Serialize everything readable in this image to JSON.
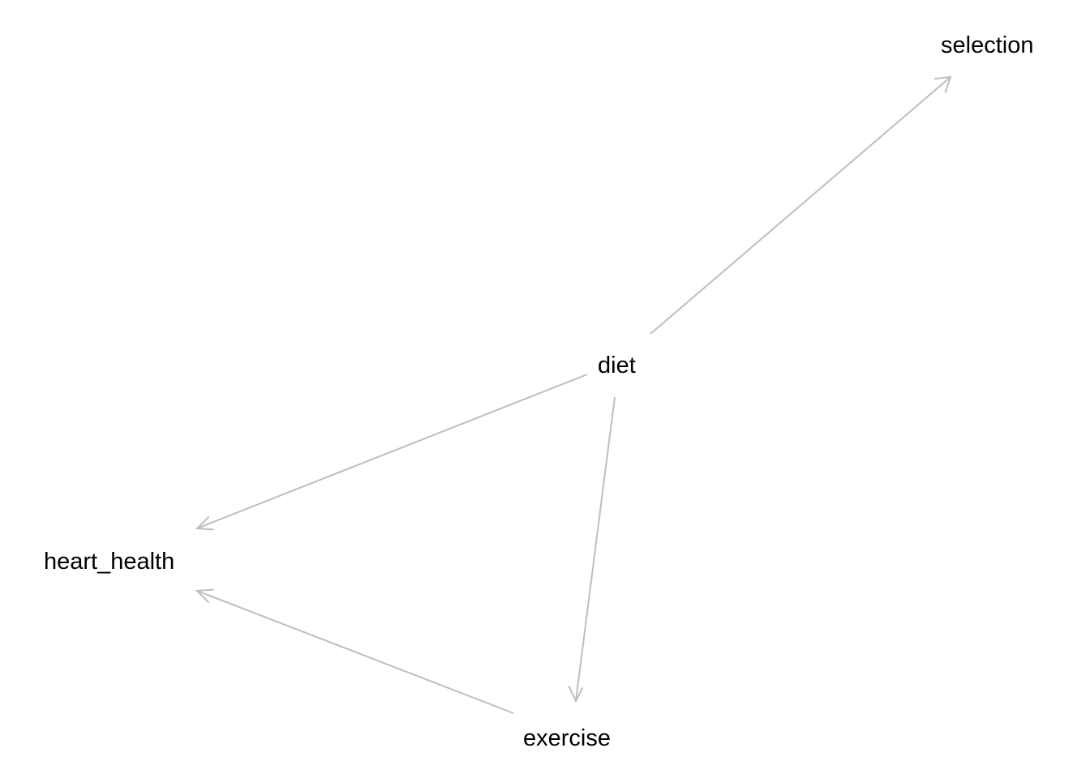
{
  "diagram": {
    "nodes": {
      "selection": {
        "label": "selection"
      },
      "diet": {
        "label": "diet"
      },
      "heart_health": {
        "label": "heart_health"
      },
      "exercise": {
        "label": "exercise"
      }
    },
    "edges": [
      {
        "from": "diet",
        "to": "selection"
      },
      {
        "from": "diet",
        "to": "heart_health"
      },
      {
        "from": "diet",
        "to": "exercise"
      },
      {
        "from": "exercise",
        "to": "heart_health"
      }
    ],
    "edge_color": "#bebebe",
    "text_color": "#000000"
  }
}
